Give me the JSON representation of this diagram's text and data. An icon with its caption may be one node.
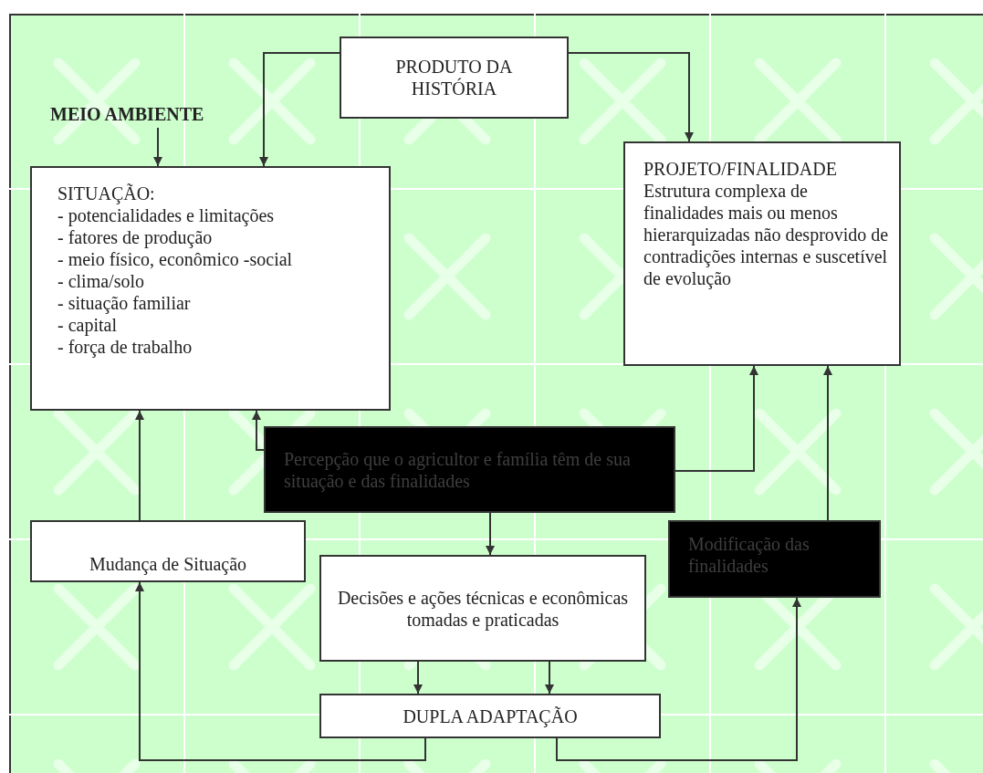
{
  "diagram": {
    "nodes": [
      {
        "text": [
          "PRODUTO DA HISTÓRIA"
        ]
      },
      {
        "text": [
          "MEIO AMBIENTE"
        ]
      },
      {
        "text": [
          "SITUAÇÃO:",
          "- potencialidades e limitações",
          "- fatores de produção",
          "- meio físico, econômico -social",
          "- clima/solo",
          "- situação familiar",
          "- capital",
          "- força de trabalho"
        ]
      },
      {
        "text": [
          "PROJETO/FINALIDADE",
          "Estrutura complexa de finalidades mais ou menos hierarquizadas não desprovido de contradições internas e suscetível de evolução"
        ]
      },
      {
        "text": [
          "Percepção que o agricultor e família têm de sua situação  e das finalidades"
        ]
      },
      {
        "text": [
          "Mudança de Situação"
        ]
      },
      {
        "text": [
          "Modificação das finalidades"
        ]
      },
      {
        "text": [
          "Decisões e ações técnicas e econômicas tomadas e praticadas"
        ]
      },
      {
        "text": [
          "DUPLA ADAPTAÇÃO"
        ]
      }
    ],
    "edges": [
      {
        "from": 0,
        "to": 2,
        "arrow": "to"
      },
      {
        "from": 0,
        "to": 3,
        "arrow": "to"
      },
      {
        "from": 1,
        "to": 2,
        "arrow": "to"
      },
      {
        "from": 5,
        "to": 2,
        "arrow": "to"
      },
      {
        "from": 4,
        "to": 2,
        "arrow": "to"
      },
      {
        "from": 4,
        "to": 3,
        "arrow": "to"
      },
      {
        "from": 6,
        "to": 3,
        "arrow": "to"
      },
      {
        "from": 4,
        "to": 7,
        "arrow": "to"
      },
      {
        "from": 7,
        "to": 8,
        "arrow": "to"
      },
      {
        "from": 7,
        "to": 8,
        "arrow": "to"
      },
      {
        "from": 8,
        "to": 5,
        "arrow": "to"
      },
      {
        "from": 8,
        "to": 6,
        "arrow": "to"
      }
    ]
  }
}
